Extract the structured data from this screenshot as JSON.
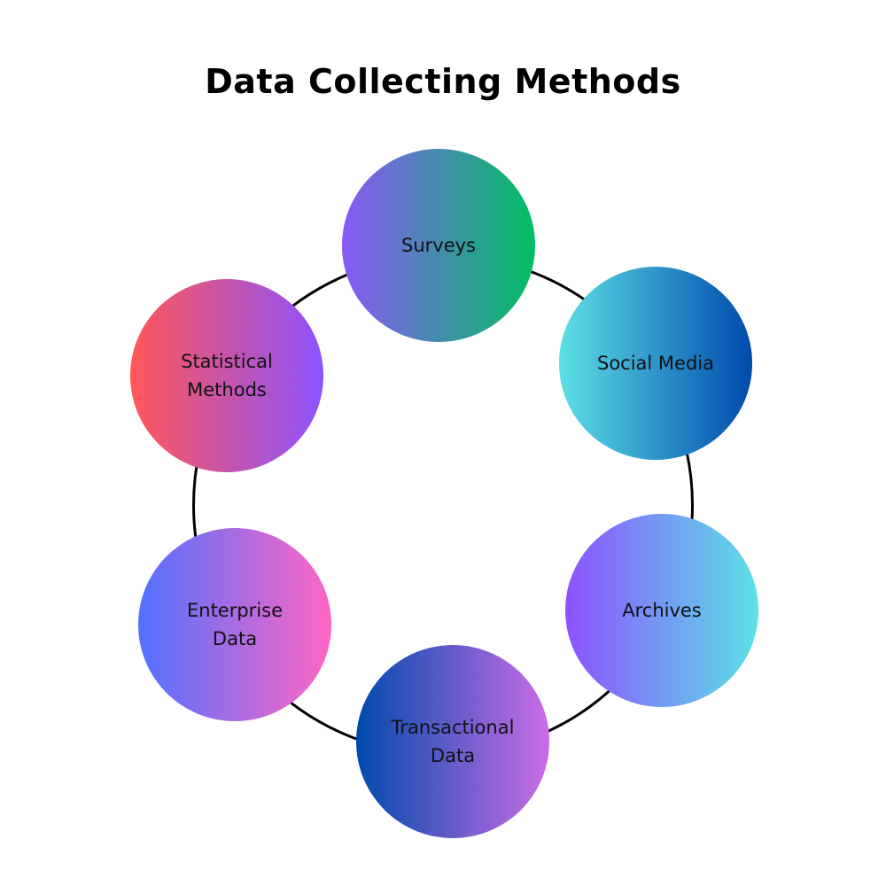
{
  "title": "Data Collecting Methods",
  "nodes": [
    {
      "label": "Surveys",
      "gradient": [
        "#8a58f6",
        "#00bf63"
      ]
    },
    {
      "label": "Social Media",
      "gradient": [
        "#5de0e6",
        "#004aad"
      ]
    },
    {
      "label": "Archives",
      "gradient": [
        "#8c52ff",
        "#5ce1e6"
      ]
    },
    {
      "label": "Transactional\nData",
      "gradient": [
        "#004aad",
        "#cb6ce6"
      ]
    },
    {
      "label": "Enterprise\nData",
      "gradient": [
        "#5271ff",
        "#ff66c4"
      ]
    },
    {
      "label": "Statistical\nMethods",
      "gradient": [
        "#ff5757",
        "#8c52ff"
      ]
    }
  ],
  "colors": {
    "background": "#ffffff",
    "ring": "#000000",
    "text": "#111111"
  }
}
